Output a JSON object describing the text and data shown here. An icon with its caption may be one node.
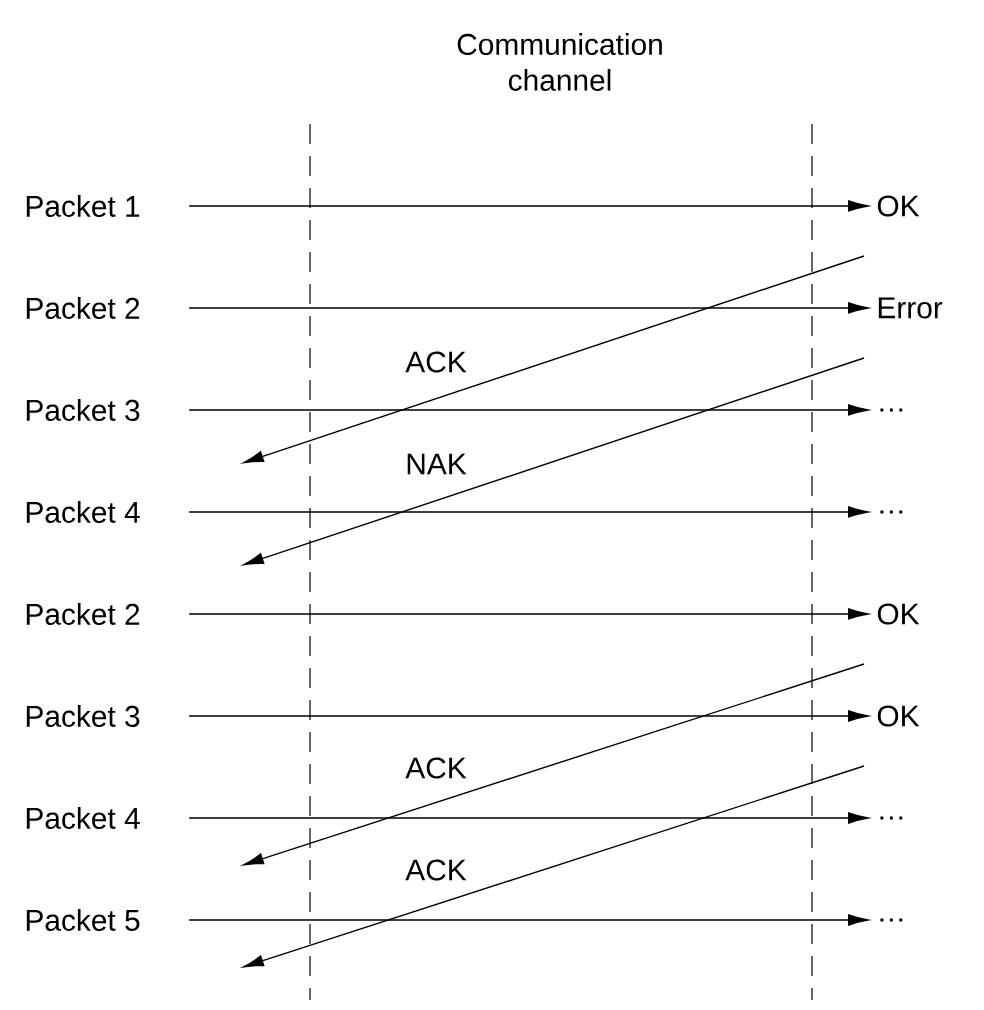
{
  "diagram": {
    "nodes": [
      {
        "text": [
          "Packet 1"
        ]
      },
      {
        "text": [
          "OK"
        ]
      },
      {
        "text": [
          "Packet 2"
        ]
      },
      {
        "text": [
          "Error"
        ]
      },
      {
        "text": [
          "Packet 3"
        ]
      },
      {
        "text": [
          "…"
        ]
      },
      {
        "text": [
          "Packet 4"
        ]
      },
      {
        "text": [
          "…"
        ]
      },
      {
        "text": [
          "Packet 2"
        ]
      },
      {
        "text": [
          "OK"
        ]
      },
      {
        "text": [
          "Packet 3"
        ]
      },
      {
        "text": [
          "OK"
        ]
      },
      {
        "text": [
          "Packet 4"
        ]
      },
      {
        "text": [
          "…"
        ]
      },
      {
        "text": [
          "Packet 5"
        ]
      },
      {
        "text": [
          "…"
        ]
      }
    ],
    "edges": [
      {
        "from": 0,
        "to": 1,
        "arrow": "to"
      },
      {
        "from": 2,
        "to": 3,
        "arrow": "to"
      },
      {
        "from": 4,
        "to": 5,
        "arrow": "to"
      },
      {
        "from": 6,
        "to": 7,
        "arrow": "to"
      },
      {
        "from": 8,
        "to": 9,
        "arrow": "to"
      },
      {
        "from": 10,
        "to": 11,
        "arrow": "to"
      },
      {
        "from": 12,
        "to": 13,
        "arrow": "to"
      },
      {
        "from": 14,
        "to": 15,
        "arrow": "to"
      },
      {
        "from": 1,
        "to": null,
        "arrow": "to",
        "label": "ACK"
      },
      {
        "from": 3,
        "to": null,
        "arrow": "to",
        "label": "NAK"
      },
      {
        "from": 9,
        "to": null,
        "arrow": "to",
        "label": "ACK"
      },
      {
        "from": 11,
        "to": null,
        "arrow": "to",
        "label": "ACK"
      }
    ],
    "labels": [
      "Communication channel"
    ]
  }
}
